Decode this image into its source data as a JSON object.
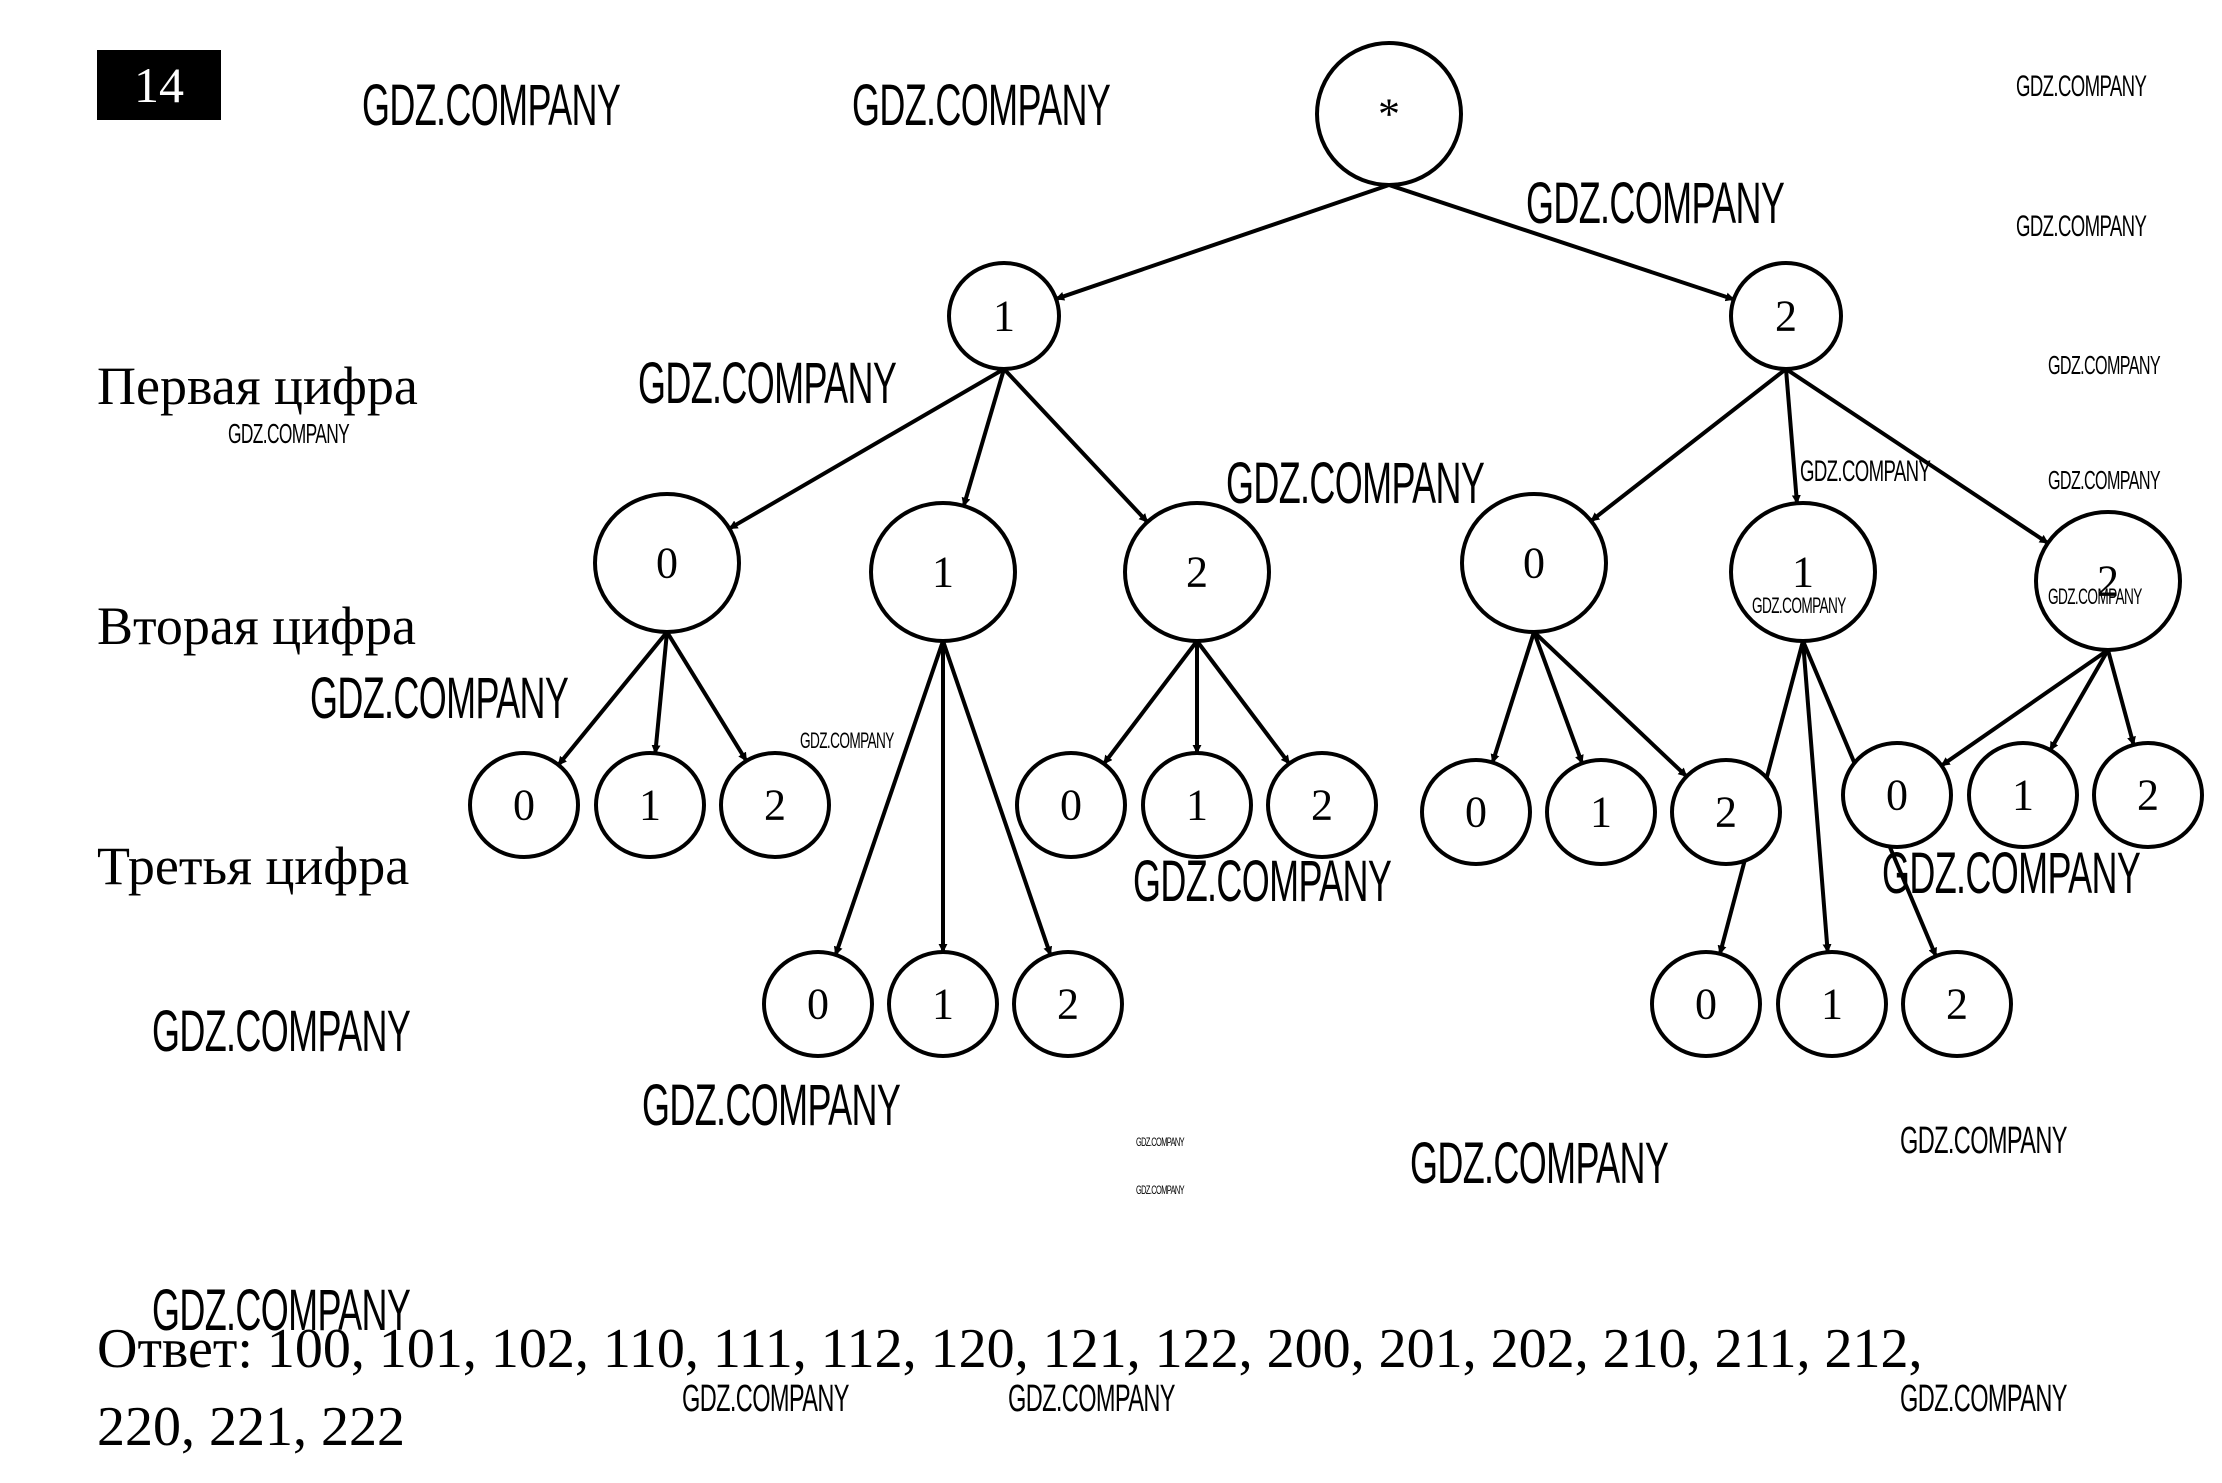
{
  "task_number": "14",
  "level_labels": [
    "Первая цифра",
    "Вторая цифра",
    "Третья цифра"
  ],
  "tree": {
    "root": "*",
    "first_digit": [
      "1",
      "2"
    ],
    "second_digit": {
      "1": [
        "0",
        "1",
        "2"
      ],
      "2": [
        "0",
        "1",
        "2"
      ]
    },
    "third_digit": {
      "10": [
        "0",
        "1",
        "2"
      ],
      "11": [
        "0",
        "1",
        "2"
      ],
      "12": [
        "0",
        "1",
        "2"
      ],
      "20": [
        "0",
        "1",
        "2"
      ],
      "21": [
        "0",
        "1",
        "2"
      ],
      "22": [
        "0",
        "1",
        "2"
      ]
    }
  },
  "answer": {
    "label": "Ответ:",
    "line1": "100, 101, 102, 110, 111, 112, 120, 121, 122, 200, 201, 202, 210, 211, 212,",
    "line2": "220, 221, 222"
  },
  "watermark": "GDZ.COMPANY"
}
